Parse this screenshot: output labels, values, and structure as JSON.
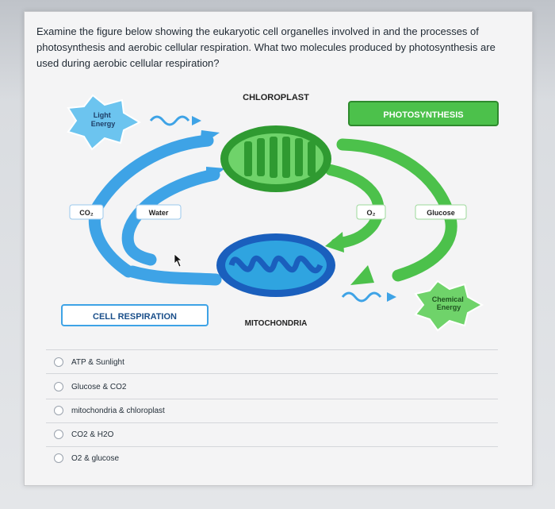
{
  "question": "Examine the figure below showing the eukaryotic cell organelles involved in and the processes of photosynthesis and aerobic cellular respiration. What two molecules produced by photosynthesis are used during aerobic cellular respiration?",
  "diagram": {
    "chloroplast_label": "CHLOROPLAST",
    "mitochondria_label": "MITOCHONDRIA",
    "light_energy": "Light\nEnergy",
    "photosynthesis": "PHOTOSYNTHESIS",
    "cell_respiration": "CELL RESPIRATION",
    "co2": "CO₂",
    "water": "Water",
    "o2": "O₂",
    "glucose": "Glucose",
    "chemical_energy": "Chemical\nEnergy"
  },
  "options": [
    {
      "label": "ATP & Sunlight"
    },
    {
      "label": "Glucose & CO2"
    },
    {
      "label": "mitochondria & chloroplast"
    },
    {
      "label": "CO2 & H2O"
    },
    {
      "label": "O2 & glucose"
    }
  ]
}
